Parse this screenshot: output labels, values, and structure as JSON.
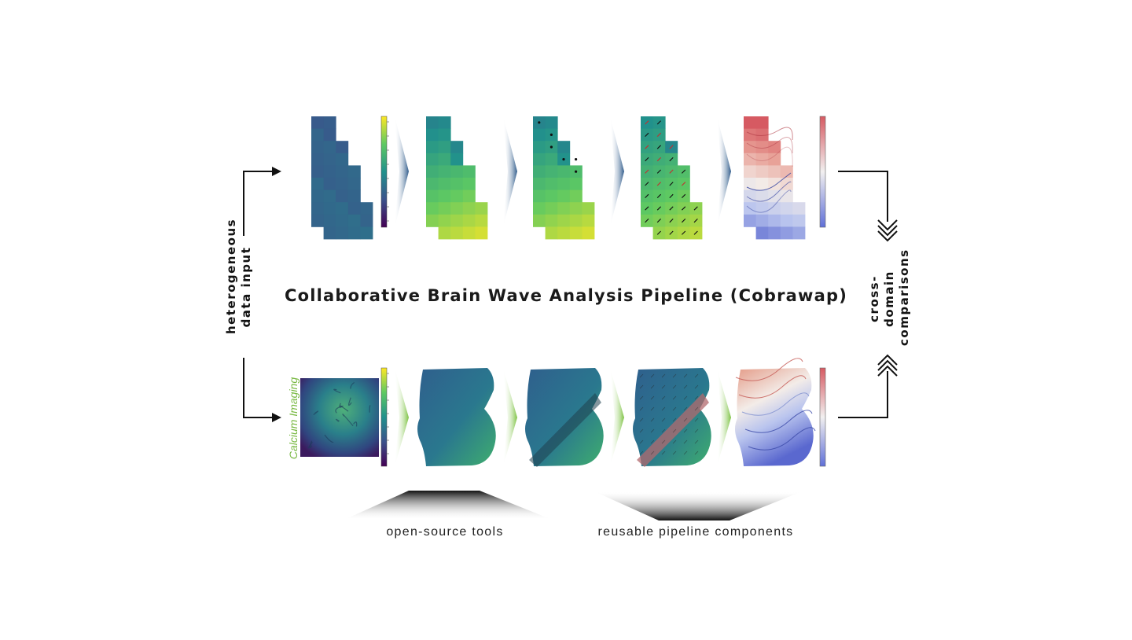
{
  "title": "Collaborative Brain Wave Analysis Pipeline (Cobrawap)",
  "left_label": "heterogeneous\ndata input",
  "right_label": "cross-domain\ncomparisons",
  "calcium_label": "Calcium Imaging",
  "captions": {
    "tools": "open-source tools",
    "components": "reusable pipeline components"
  },
  "colors": {
    "text": "#111111",
    "calcium_green": "#78b842",
    "top_chevron": "#2e5a8a",
    "bottom_chevron": "#7cc242",
    "viridis_dark": "#440154",
    "viridis_mid": "#21918c",
    "viridis_light": "#fde725",
    "coolwarm_red": "#d0505a",
    "coolwarm_blue": "#5a6fd0"
  },
  "icons": [
    "arrow-right-icon",
    "double-chevron-down-icon",
    "double-chevron-up-icon",
    "chevron-right-icon"
  ]
}
